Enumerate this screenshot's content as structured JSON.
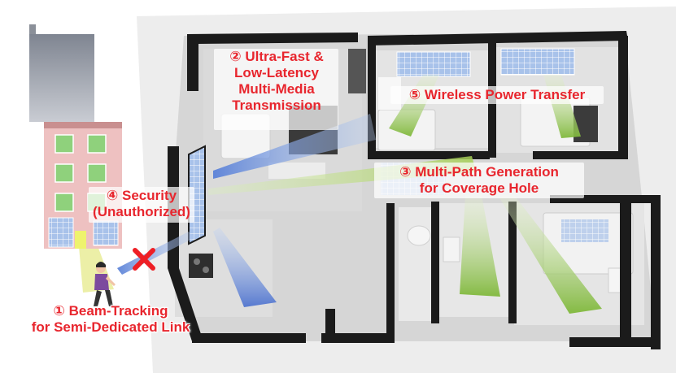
{
  "colors": {
    "label": "#e8262e",
    "wall": "#1b1b1b",
    "floor": "#d9d9d9",
    "room_floor": "#e6e6e6",
    "beam_blue": "#6f93dd",
    "beam_green": "#a9cf5a",
    "panel": "#a9c3ea",
    "cross": "#ee1f25"
  },
  "labels": {
    "beam_tracking": {
      "line1": "① Beam-Tracking",
      "line2": "for Semi-Dedicated Link"
    },
    "ultra_fast": {
      "line1": "② Ultra-Fast &",
      "line2": "Low-Latency",
      "line3": "Multi-Media",
      "line4": "Transmission"
    },
    "multi_path": {
      "line1": "③ Multi-Path Generation",
      "line2": "for Coverage Hole"
    },
    "security": {
      "line1": "④ Security",
      "line2": "(Unauthorized)"
    },
    "wireless_power": {
      "line1": "⑤ Wireless Power Transfer"
    }
  },
  "icons": {
    "building": "apartment-building-icon",
    "person": "walking-person-icon",
    "cross": "red-x-icon",
    "panel": "reconfigurable-surface-panel-icon"
  }
}
